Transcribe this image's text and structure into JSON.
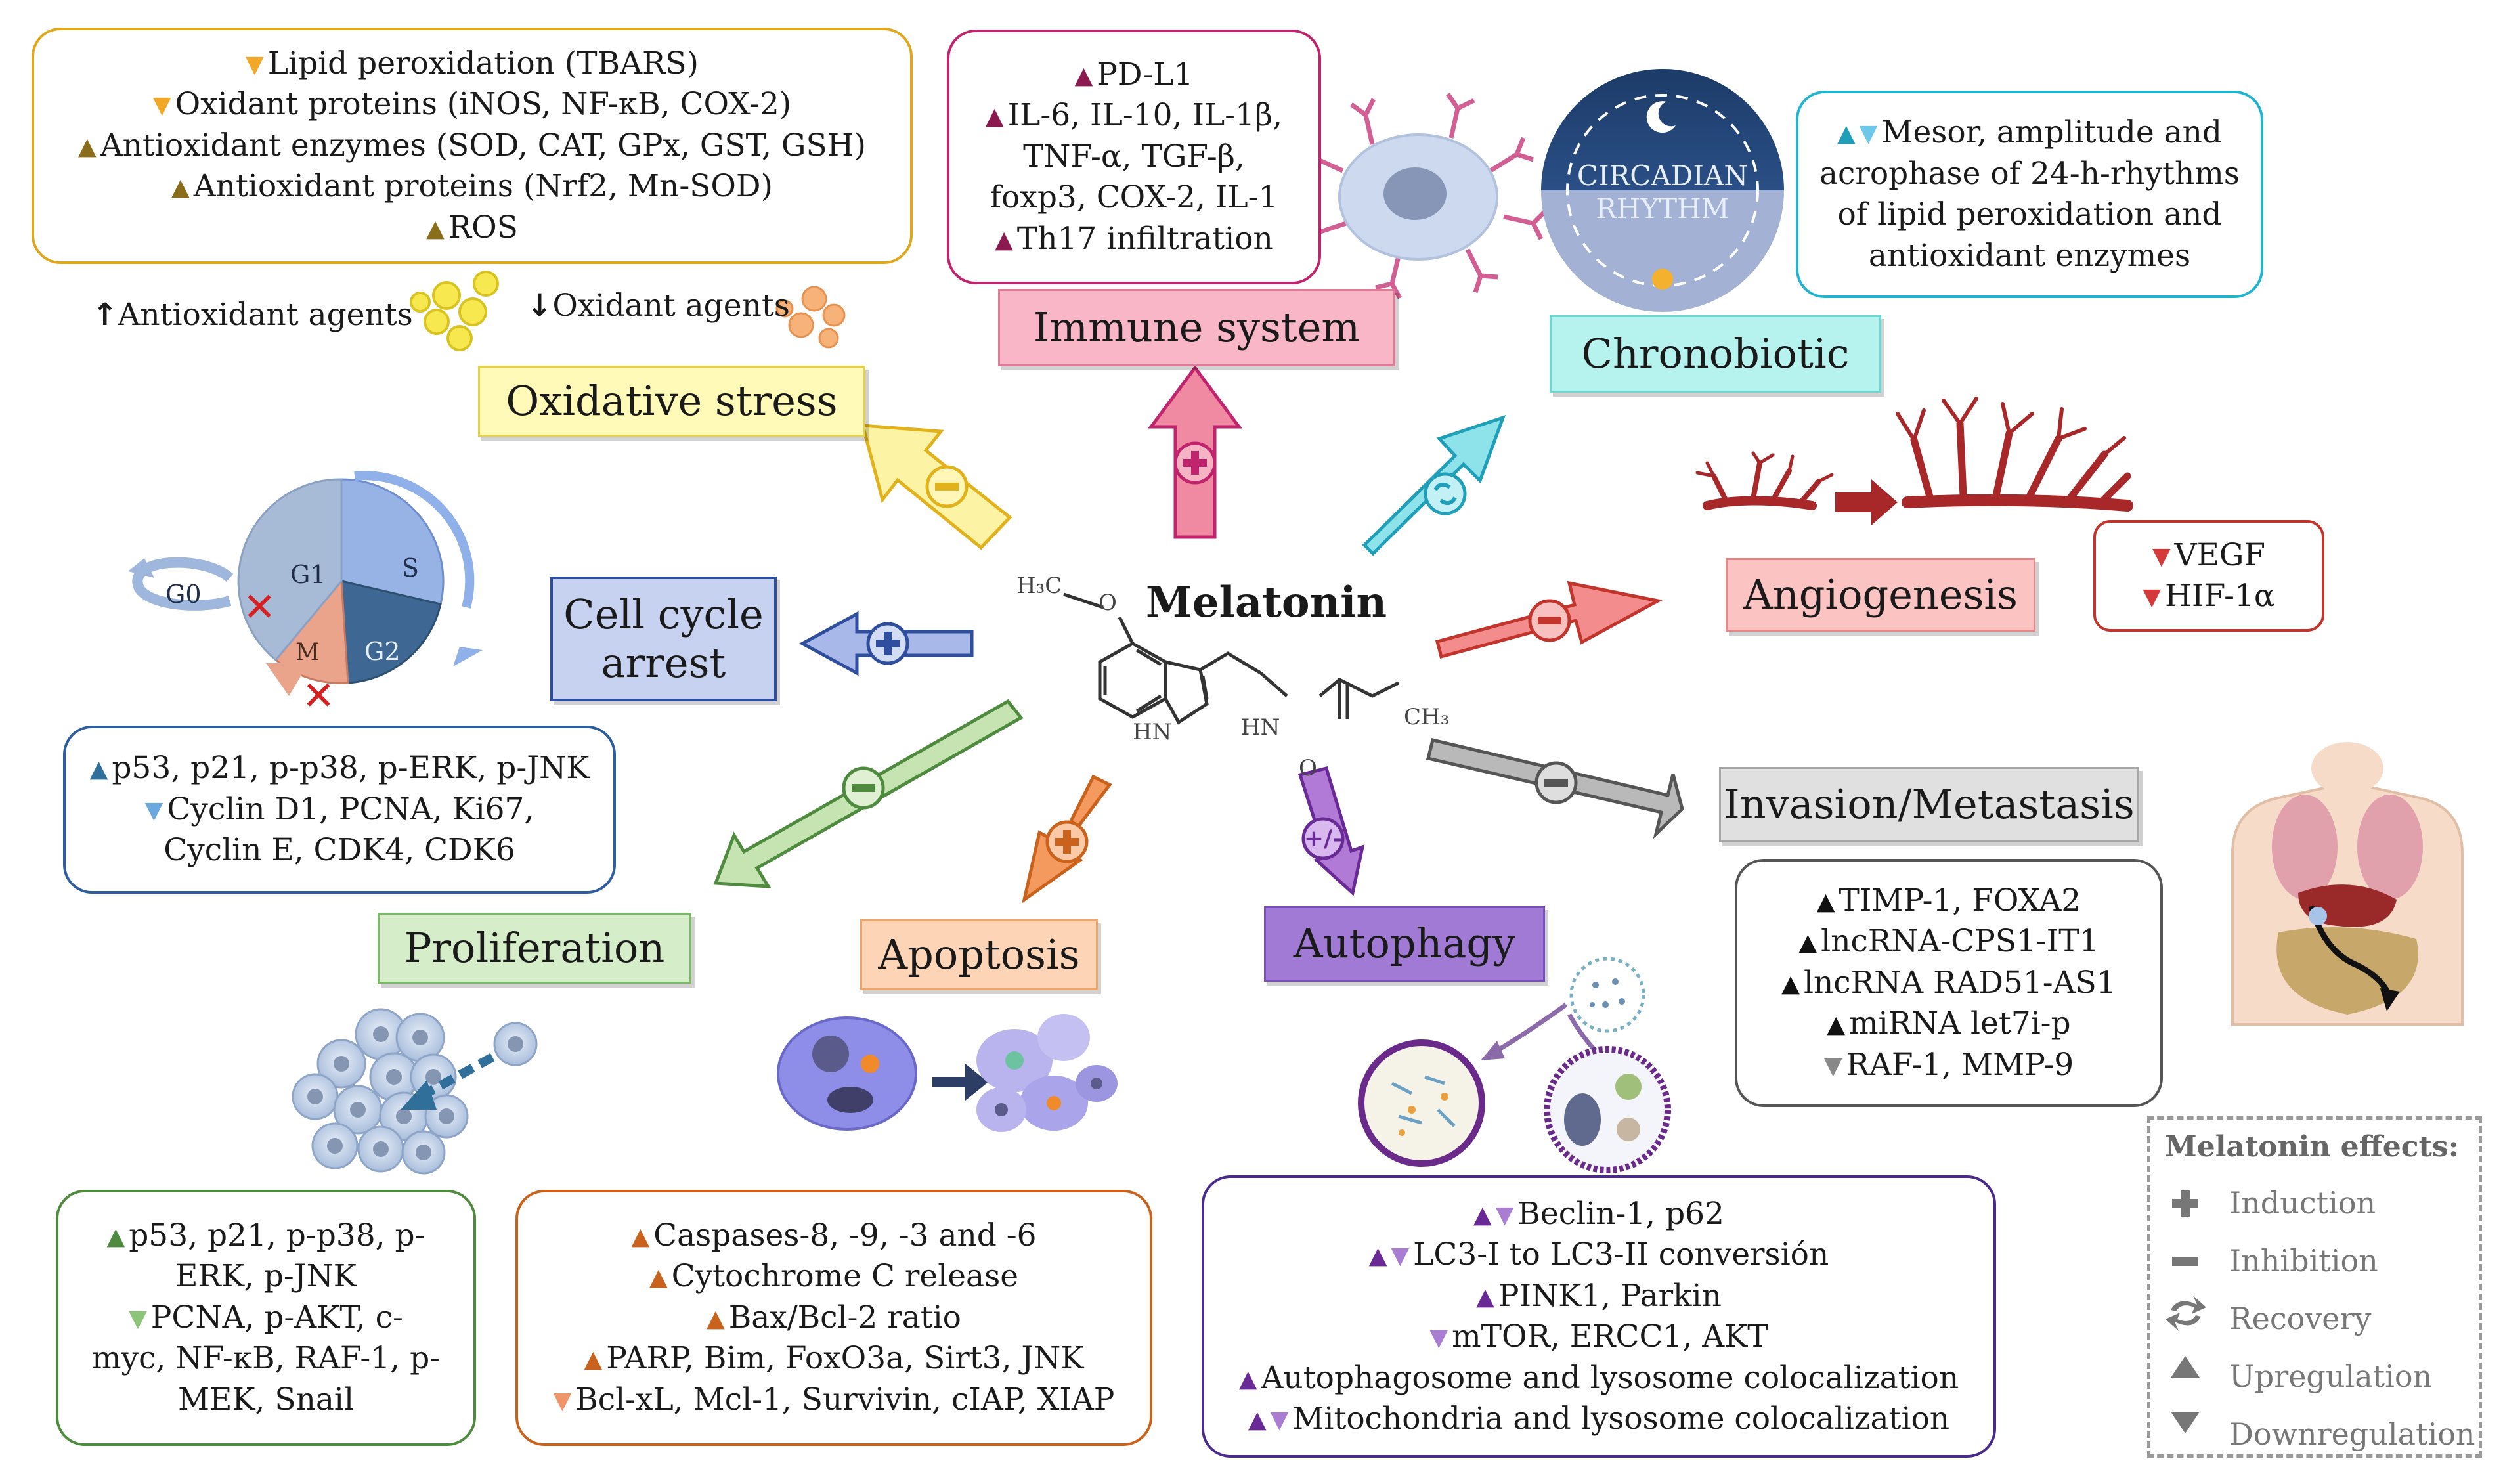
{
  "center": {
    "title": "Melatonin",
    "group_methoxy": "H₃C",
    "oxygen": "O",
    "nh_ring": "HN",
    "nh_chain": "HN",
    "carbonyl_o": "O",
    "methyl": "CH₃"
  },
  "colors": {
    "oxidative": "#e2a820",
    "immune": "#c0246d",
    "chrono": "#22b3cf",
    "angio": "#c2352c",
    "invasion": "#777777",
    "autophagy": "#7b2fa8",
    "apoptosis": "#d9772a",
    "proliferation": "#5a9a4a",
    "cellcycle": "#2f5e9e",
    "legend": "#666666"
  },
  "oxidative": {
    "label": "Oxidative stress",
    "items": [
      {
        "dir": "down",
        "text": "Lipid peroxidation (TBARS)"
      },
      {
        "dir": "down",
        "text": "Oxidant proteins (iNOS, NF-κB, COX-2)"
      },
      {
        "dir": "up",
        "text": "Antioxidant enzymes (SOD, CAT, GPx, GST, GSH)"
      },
      {
        "dir": "up",
        "text": "Antioxidant proteins (Nrf2, Mn-SOD)"
      },
      {
        "dir": "up",
        "text": "ROS"
      }
    ],
    "antioxidant_agents": "Antioxidant agents",
    "oxidant_agents": "Oxidant agents"
  },
  "immune": {
    "label": "Immune system",
    "lines": [
      {
        "tri": "up",
        "text": "PD-L1"
      },
      {
        "tri": "up",
        "text": "IL-6, IL-10, IL-1β,"
      },
      {
        "tri": "",
        "text": "TNF-α, TGF-β,"
      },
      {
        "tri": "",
        "text": "foxp3, COX-2, IL-1"
      },
      {
        "tri": "up",
        "text": "Th17 infiltration"
      }
    ]
  },
  "chrono": {
    "label": "Chronobiotic",
    "circle_line1": "CIRCADIAN",
    "circle_line2": "RHYTHM",
    "lines": [
      {
        "tri": "both",
        "text": "Mesor, amplitude and"
      },
      {
        "tri": "",
        "text": "acrophase of 24-h-rhythms"
      },
      {
        "tri": "",
        "text": "of lipid peroxidation and"
      },
      {
        "tri": "",
        "text": "antioxidant enzymes"
      }
    ]
  },
  "angio": {
    "label": "Angiogenesis",
    "items": [
      {
        "dir": "down",
        "text": "VEGF"
      },
      {
        "dir": "down",
        "text": "HIF-1α"
      }
    ]
  },
  "invasion": {
    "label": "Invasion/Metastasis",
    "items": [
      {
        "dir": "up",
        "text": "TIMP-1, FOXA2"
      },
      {
        "dir": "up",
        "text": "lncRNA-CPS1-IT1"
      },
      {
        "dir": "up",
        "text": "lncRNA RAD51-AS1"
      },
      {
        "dir": "up",
        "text": "miRNA let7i-p"
      },
      {
        "dir": "down",
        "text": "RAF-1, MMP-9"
      }
    ]
  },
  "cellcycle": {
    "label_line1": "Cell cycle",
    "label_line2": "arrest",
    "phases": {
      "g1": "G1",
      "s": "S",
      "g2": "G2",
      "m": "M",
      "g0": "G0"
    },
    "lines": [
      {
        "tri": "up",
        "text": "p53, p21, p-p38, p-ERK, p-JNK"
      },
      {
        "tri": "down",
        "text": "Cyclin D1, PCNA, Ki67,"
      },
      {
        "tri": "",
        "text": "Cyclin E, CDK4, CDK6"
      }
    ]
  },
  "proliferation": {
    "label": "Proliferation",
    "lines": [
      {
        "tri": "up",
        "text": "p53, p21, p-p38, p-"
      },
      {
        "tri": "",
        "text": "ERK, p-JNK"
      },
      {
        "tri": "down",
        "text": "PCNA, p-AKT, c-"
      },
      {
        "tri": "",
        "text": "myc, NF-κB, RAF-1, p-"
      },
      {
        "tri": "",
        "text": "MEK, Snail"
      }
    ]
  },
  "apoptosis": {
    "label": "Apoptosis",
    "items": [
      {
        "dir": "up",
        "text": "Caspases-8, -9, -3 and -6"
      },
      {
        "dir": "up",
        "text": "Cytochrome  C release"
      },
      {
        "dir": "up",
        "text": "Bax/Bcl-2 ratio"
      },
      {
        "dir": "up",
        "text": "PARP, Bim, FoxO3a, Sirt3, JNK"
      },
      {
        "dir": "down",
        "text": "Bcl-xL, Mcl-1, Survivin, cIAP, XIAP"
      }
    ]
  },
  "autophagy": {
    "label": "Autophagy",
    "items": [
      {
        "dir": "both",
        "text": "Beclin-1, p62"
      },
      {
        "dir": "both",
        "text": "LC3-I to LC3-II conversión"
      },
      {
        "dir": "up",
        "text": "PINK1, Parkin"
      },
      {
        "dir": "down",
        "text": "mTOR, ERCC1, AKT"
      },
      {
        "dir": "up",
        "text": "Autophagosome and lysosome colocalization"
      },
      {
        "dir": "both",
        "text": "Mitochondria and lysosome colocalization"
      }
    ]
  },
  "legend": {
    "title": "Melatonin effects:",
    "items": [
      {
        "symbol": "plus-icon",
        "text": "Induction"
      },
      {
        "symbol": "minus-icon",
        "text": "Inhibition"
      },
      {
        "symbol": "recovery-icon",
        "text": "Recovery"
      },
      {
        "symbol": "up-triangle-icon",
        "text": "Upregulation"
      },
      {
        "symbol": "down-triangle-icon",
        "text": "Downregulation"
      }
    ]
  }
}
